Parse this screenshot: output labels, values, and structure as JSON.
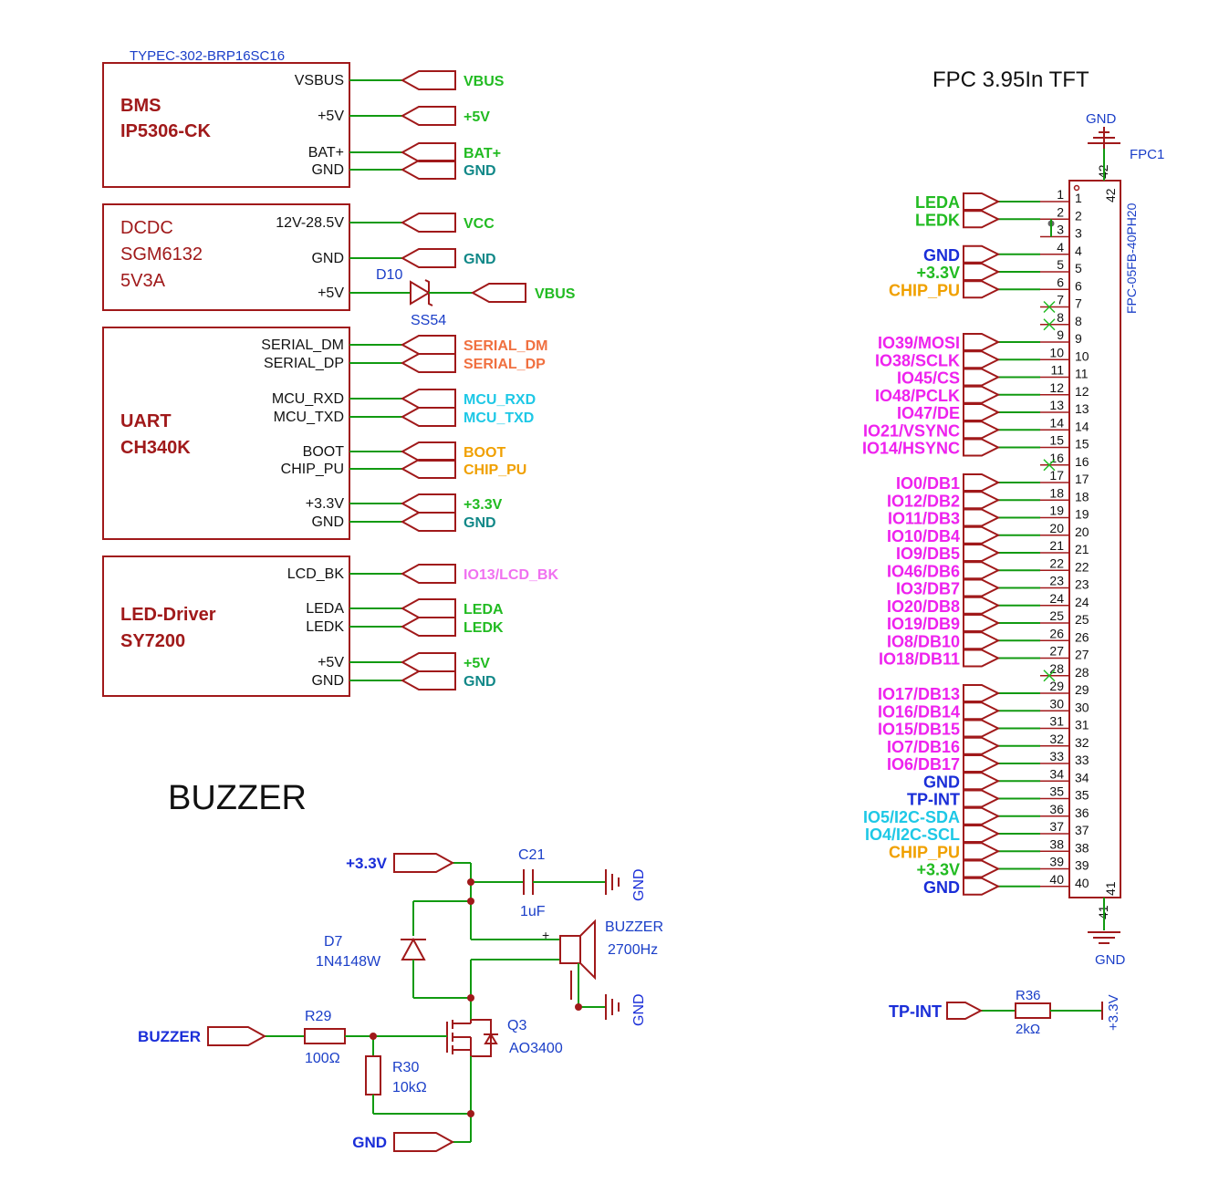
{
  "colors": {
    "component": "#a0191a",
    "wire": "#119a11",
    "label_blue": "#1a3ec8",
    "net_green": "#22bb22",
    "net_orange": "#f07040",
    "net_cyan": "#1ec8e6",
    "net_amber": "#f0a000",
    "net_magenta": "#ee22ee",
    "net_pink": "#f070f0",
    "net_navy": "#1a2ed8",
    "net_teal": "#118888"
  },
  "blocks": {
    "bms": {
      "part": "TYPEC-302-BRP16SC16",
      "title1": "BMS",
      "title2": "IP5306-CK",
      "pins": [
        "VSBUS",
        "+5V",
        "BAT+",
        "GND"
      ],
      "nets": [
        {
          "text": "VBUS",
          "color": "#22bb22"
        },
        {
          "text": "+5V",
          "color": "#22bb22"
        },
        {
          "text": "BAT+",
          "color": "#22bb22"
        },
        {
          "text": "GND",
          "color": "#118888"
        }
      ]
    },
    "dcdc": {
      "title1": "DCDC",
      "title2": "SGM6132",
      "title3": "5V3A",
      "pins": [
        "12V-28.5V",
        "GND",
        "+5V"
      ],
      "nets": [
        {
          "text": "VCC",
          "color": "#22bb22"
        },
        {
          "text": "GND",
          "color": "#118888"
        }
      ],
      "diode_ref": "D10",
      "diode_value": "SS54",
      "diode_net": {
        "text": "VBUS",
        "color": "#22bb22"
      }
    },
    "uart": {
      "title1": "UART",
      "title2": "CH340K",
      "pins": [
        "SERIAL_DM",
        "SERIAL_DP",
        "MCU_RXD",
        "MCU_TXD",
        "BOOT",
        "CHIP_PU",
        "+3.3V",
        "GND"
      ],
      "nets": [
        {
          "text": "SERIAL_DM",
          "color": "#f07040"
        },
        {
          "text": "SERIAL_DP",
          "color": "#f07040"
        },
        {
          "text": "MCU_RXD",
          "color": "#1ec8e6"
        },
        {
          "text": "MCU_TXD",
          "color": "#1ec8e6"
        },
        {
          "text": "BOOT",
          "color": "#f0a000"
        },
        {
          "text": "CHIP_PU",
          "color": "#f0a000"
        },
        {
          "text": "+3.3V",
          "color": "#22bb22"
        },
        {
          "text": "GND",
          "color": "#118888"
        }
      ]
    },
    "led": {
      "title1": "LED-Driver",
      "title2": "SY7200",
      "pins": [
        "LCD_BK",
        "LEDA",
        "LEDK",
        "+5V",
        "GND"
      ],
      "nets": [
        {
          "text": "IO13/LCD_BK",
          "color": "#f070f0"
        },
        {
          "text": "LEDA",
          "color": "#22bb22"
        },
        {
          "text": "LEDK",
          "color": "#22bb22"
        },
        {
          "text": "+5V",
          "color": "#22bb22"
        },
        {
          "text": "GND",
          "color": "#118888"
        }
      ]
    }
  },
  "buzzer": {
    "heading": "BUZZER",
    "vcc_net": "+3.3V",
    "in_net": "BUZZER",
    "gnd_net": "GND",
    "gnd_label": "GND",
    "c21_ref": "C21",
    "c21_value": "1uF",
    "d7_ref": "D7",
    "d7_value": "1N4148W",
    "bz_ref": "BUZZER",
    "bz_value": "2700Hz",
    "bz_plus": "+",
    "q3_ref": "Q3",
    "q3_value": "AO3400",
    "r29_ref": "R29",
    "r29_value": "100Ω",
    "r30_ref": "R30",
    "r30_value": "10kΩ"
  },
  "fpc": {
    "heading": "FPC 3.95In TFT",
    "ref": "FPC1",
    "part": "FPC-05FB-40PH20",
    "gnd_top": "GND",
    "gnd_bottom": "GND",
    "pin42": "42",
    "pin41": "41",
    "nc_pins": [
      7,
      8,
      16,
      28
    ],
    "nets": [
      {
        "text": "LEDA",
        "color": "#22bb22"
      },
      {
        "text": "LEDK",
        "color": "#22bb22"
      },
      null,
      {
        "text": "GND",
        "color": "#1a2ed8"
      },
      {
        "text": "+3.3V",
        "color": "#22bb22"
      },
      {
        "text": "CHIP_PU",
        "color": "#f0a000"
      },
      null,
      null,
      {
        "text": "IO39/MOSI",
        "color": "#ee22ee"
      },
      {
        "text": "IO38/SCLK",
        "color": "#ee22ee"
      },
      {
        "text": "IO45/CS",
        "color": "#ee22ee"
      },
      {
        "text": "IO48/PCLK",
        "color": "#ee22ee"
      },
      {
        "text": "IO47/DE",
        "color": "#ee22ee"
      },
      {
        "text": "IO21/VSYNC",
        "color": "#ee22ee"
      },
      {
        "text": "IO14/HSYNC",
        "color": "#ee22ee"
      },
      null,
      {
        "text": "IO0/DB1",
        "color": "#ee22ee"
      },
      {
        "text": "IO12/DB2",
        "color": "#ee22ee"
      },
      {
        "text": "IO11/DB3",
        "color": "#ee22ee"
      },
      {
        "text": "IO10/DB4",
        "color": "#ee22ee"
      },
      {
        "text": "IO9/DB5",
        "color": "#ee22ee"
      },
      {
        "text": "IO46/DB6",
        "color": "#ee22ee"
      },
      {
        "text": "IO3/DB7",
        "color": "#ee22ee"
      },
      {
        "text": "IO20/DB8",
        "color": "#ee22ee"
      },
      {
        "text": "IO19/DB9",
        "color": "#ee22ee"
      },
      {
        "text": "IO8/DB10",
        "color": "#ee22ee"
      },
      {
        "text": "IO18/DB11",
        "color": "#ee22ee"
      },
      null,
      {
        "text": "IO17/DB13",
        "color": "#ee22ee"
      },
      {
        "text": "IO16/DB14",
        "color": "#ee22ee"
      },
      {
        "text": "IO15/DB15",
        "color": "#ee22ee"
      },
      {
        "text": "IO7/DB16",
        "color": "#ee22ee"
      },
      {
        "text": "IO6/DB17",
        "color": "#ee22ee"
      },
      {
        "text": "GND",
        "color": "#1a2ed8"
      },
      {
        "text": "TP-INT",
        "color": "#1a2ed8"
      },
      {
        "text": "IO5/I2C-SDA",
        "color": "#1ec8e6"
      },
      {
        "text": "IO4/I2C-SCL",
        "color": "#1ec8e6"
      },
      {
        "text": "CHIP_PU",
        "color": "#f0a000"
      },
      {
        "text": "+3.3V",
        "color": "#22bb22"
      },
      {
        "text": "GND",
        "color": "#1a2ed8"
      }
    ]
  },
  "tp_pullup": {
    "net": "TP-INT",
    "r_ref": "R36",
    "r_value": "2kΩ",
    "rail": "+3.3V"
  }
}
